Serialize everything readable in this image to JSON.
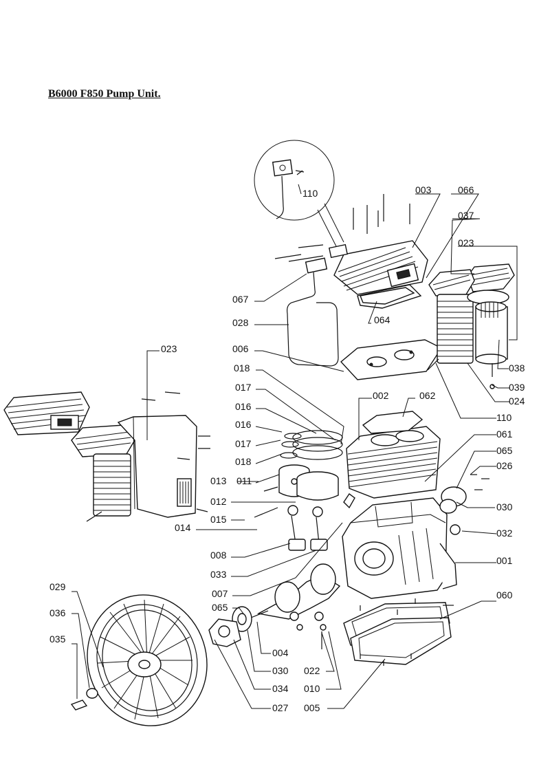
{
  "title": "B6000 F850 Pump Unit.",
  "callouts": [
    {
      "id": "c110a",
      "label": "110"
    },
    {
      "id": "c003",
      "label": "003"
    },
    {
      "id": "c066",
      "label": "066"
    },
    {
      "id": "c037",
      "label": "037"
    },
    {
      "id": "c023a",
      "label": "023"
    },
    {
      "id": "c067",
      "label": "067"
    },
    {
      "id": "c064",
      "label": "064"
    },
    {
      "id": "c028",
      "label": "028"
    },
    {
      "id": "c006",
      "label": "006"
    },
    {
      "id": "c023b",
      "label": "023"
    },
    {
      "id": "c018a",
      "label": "018"
    },
    {
      "id": "c038",
      "label": "038"
    },
    {
      "id": "c039",
      "label": "039"
    },
    {
      "id": "c017a",
      "label": "017"
    },
    {
      "id": "c002",
      "label": "002"
    },
    {
      "id": "c062",
      "label": "062"
    },
    {
      "id": "c024",
      "label": "024"
    },
    {
      "id": "c016a",
      "label": "016"
    },
    {
      "id": "c110b",
      "label": "110"
    },
    {
      "id": "c016b",
      "label": "016"
    },
    {
      "id": "c061",
      "label": "061"
    },
    {
      "id": "c017b",
      "label": "017"
    },
    {
      "id": "c065a",
      "label": "065"
    },
    {
      "id": "c018b",
      "label": "018"
    },
    {
      "id": "c026",
      "label": "026"
    },
    {
      "id": "c013",
      "label": "013"
    },
    {
      "id": "c011",
      "label": "011"
    },
    {
      "id": "c012",
      "label": "012"
    },
    {
      "id": "c030a",
      "label": "030"
    },
    {
      "id": "c015",
      "label": "015"
    },
    {
      "id": "c014",
      "label": "014"
    },
    {
      "id": "c032",
      "label": "032"
    },
    {
      "id": "c008",
      "label": "008"
    },
    {
      "id": "c001",
      "label": "001"
    },
    {
      "id": "c033",
      "label": "033"
    },
    {
      "id": "c029",
      "label": "029"
    },
    {
      "id": "c007",
      "label": "007"
    },
    {
      "id": "c060",
      "label": "060"
    },
    {
      "id": "c065b",
      "label": "065"
    },
    {
      "id": "c036",
      "label": "036"
    },
    {
      "id": "c035",
      "label": "035"
    },
    {
      "id": "c004",
      "label": "004"
    },
    {
      "id": "c030b",
      "label": "030"
    },
    {
      "id": "c022",
      "label": "022"
    },
    {
      "id": "c034",
      "label": "034"
    },
    {
      "id": "c010",
      "label": "010"
    },
    {
      "id": "c027",
      "label": "027"
    },
    {
      "id": "c005",
      "label": "005"
    }
  ]
}
